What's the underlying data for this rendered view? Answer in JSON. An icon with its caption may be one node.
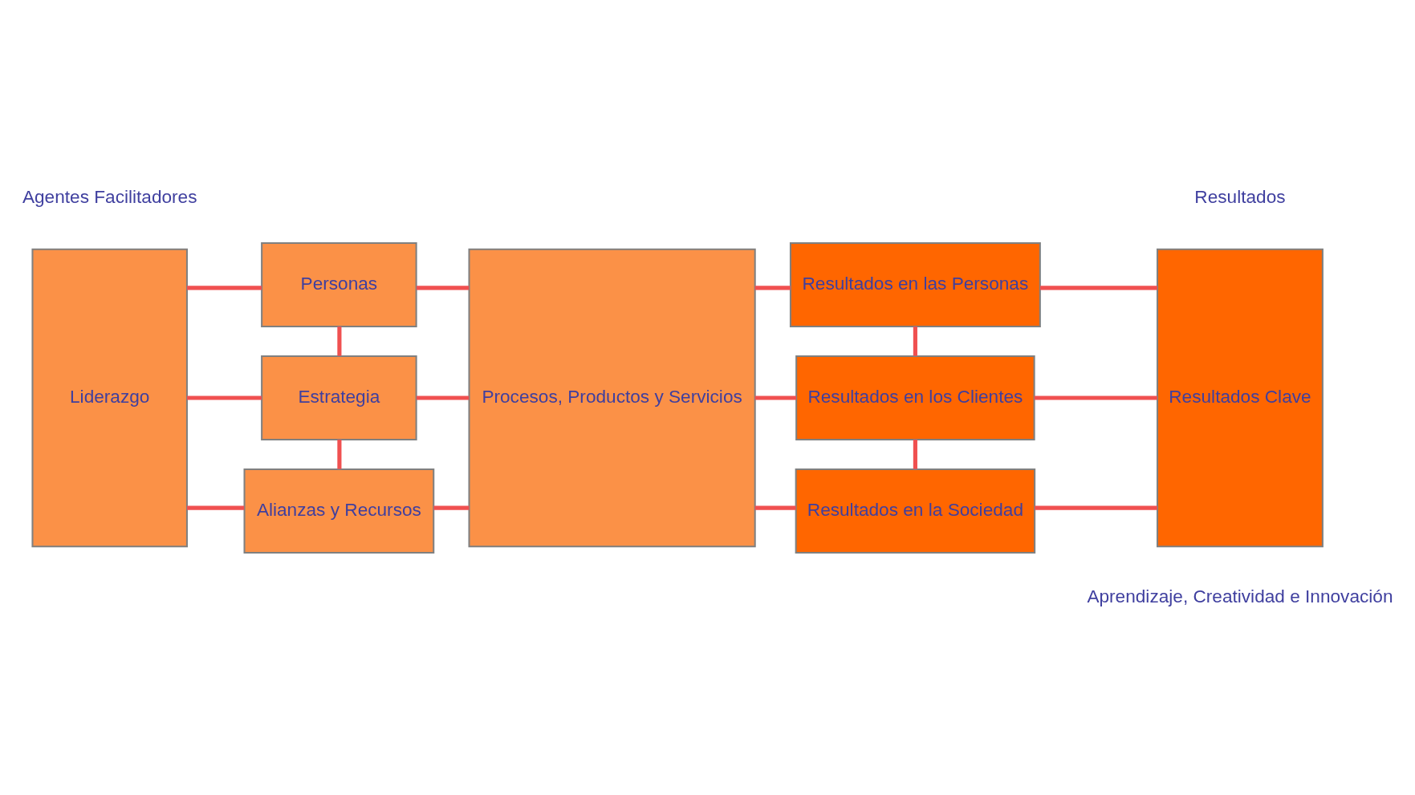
{
  "diagram": {
    "nodes": [
      {
        "text": [
          "Liderazgo"
        ]
      },
      {
        "text": [
          "Personas"
        ]
      },
      {
        "text": [
          "Estrategia"
        ]
      },
      {
        "text": [
          "Alianzas y Recursos"
        ]
      },
      {
        "text": [
          "Procesos, Productos y Servicios"
        ]
      },
      {
        "text": [
          "Resultados en las Personas"
        ]
      },
      {
        "text": [
          "Resultados en los Clientes"
        ]
      },
      {
        "text": [
          "Resultados en la Sociedad"
        ]
      },
      {
        "text": [
          "Resultados Clave"
        ]
      }
    ],
    "edges": [
      {
        "from": 0,
        "to": 1,
        "arrow": "none"
      },
      {
        "from": 0,
        "to": 2,
        "arrow": "none"
      },
      {
        "from": 0,
        "to": 3,
        "arrow": "none"
      },
      {
        "from": 1,
        "to": 2,
        "arrow": "none"
      },
      {
        "from": 2,
        "to": 3,
        "arrow": "none"
      },
      {
        "from": 1,
        "to": 4,
        "arrow": "none"
      },
      {
        "from": 2,
        "to": 4,
        "arrow": "none"
      },
      {
        "from": 3,
        "to": 4,
        "arrow": "none"
      },
      {
        "from": 4,
        "to": 5,
        "arrow": "none"
      },
      {
        "from": 4,
        "to": 6,
        "arrow": "none"
      },
      {
        "from": 4,
        "to": 7,
        "arrow": "none"
      },
      {
        "from": 5,
        "to": 6,
        "arrow": "none"
      },
      {
        "from": 6,
        "to": 7,
        "arrow": "none"
      },
      {
        "from": 5,
        "to": 8,
        "arrow": "none"
      },
      {
        "from": 6,
        "to": 8,
        "arrow": "none"
      },
      {
        "from": 7,
        "to": 8,
        "arrow": "none"
      }
    ],
    "labels": [
      "Agentes Facilitadores",
      "Resultados",
      "Aprendizaje, Creatividad e Innovación"
    ]
  }
}
